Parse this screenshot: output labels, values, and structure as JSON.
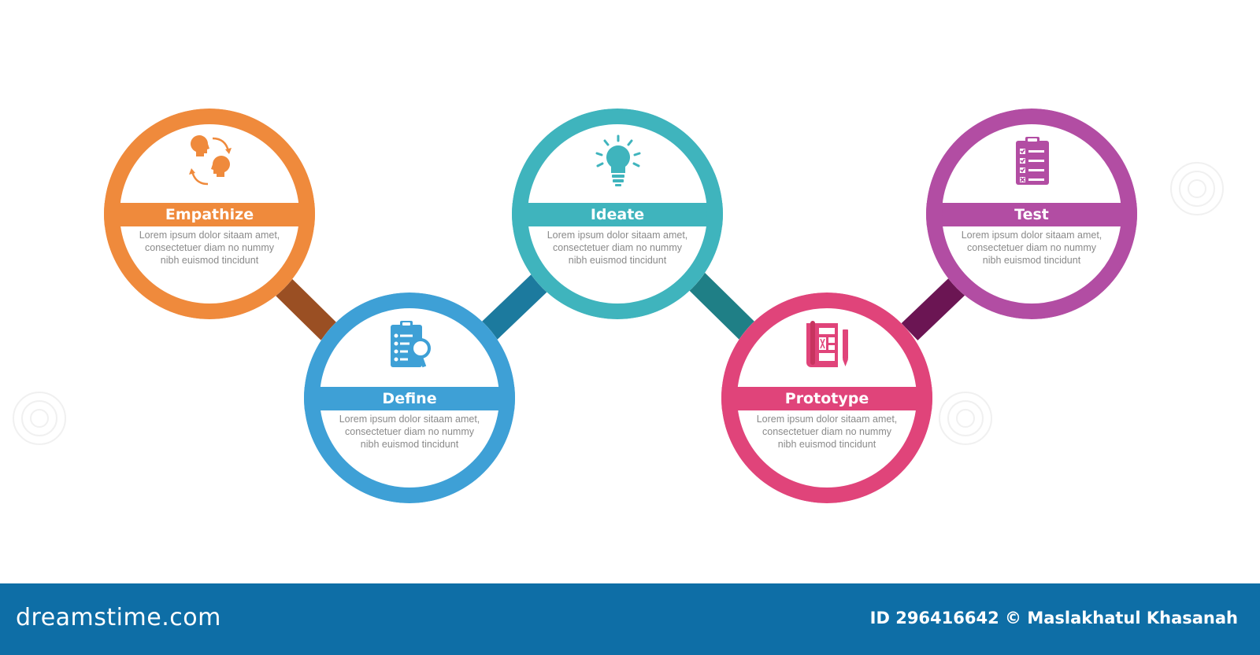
{
  "colors": {
    "empathize": "#ef8a3c",
    "define": "#3ea0d6",
    "ideate": "#3fb4bd",
    "prototype": "#e0447a",
    "test": "#b24da3",
    "connector_1": "#9a4f23",
    "connector_2": "#1c7a9e",
    "connector_3": "#1f7f86",
    "connector_4": "#6b1553",
    "footer": "#0e6ea6"
  },
  "steps": [
    {
      "title": "Empathize",
      "icon": "two-heads-exchange-icon",
      "lines": [
        "Lorem ipsum dolor sitaam amet,",
        "consectetuer diam no nummy",
        "nibh euismod tincidunt"
      ]
    },
    {
      "title": "Define",
      "icon": "clipboard-magnifier-icon",
      "lines": [
        "Lorem ipsum dolor sitaam amet,",
        "consectetuer diam no nummy",
        "nibh euismod tincidunt"
      ]
    },
    {
      "title": "Ideate",
      "icon": "lightbulb-icon",
      "lines": [
        "Lorem ipsum dolor sitaam amet,",
        "consectetuer diam no nummy",
        "nibh euismod tincidunt"
      ]
    },
    {
      "title": "Prototype",
      "icon": "blueprint-pencil-icon",
      "lines": [
        "Lorem ipsum dolor sitaam amet,",
        "consectetuer diam no nummy",
        "nibh euismod tincidunt"
      ]
    },
    {
      "title": "Test",
      "icon": "checklist-clipboard-icon",
      "lines": [
        "Lorem ipsum dolor sitaam amet,",
        "consectetuer diam no nummy",
        "nibh euismod tincidunt"
      ]
    }
  ],
  "footer": {
    "brand": "dreamstime.com",
    "credit": "ID 296416642 © Maslakhatul Khasanah"
  }
}
